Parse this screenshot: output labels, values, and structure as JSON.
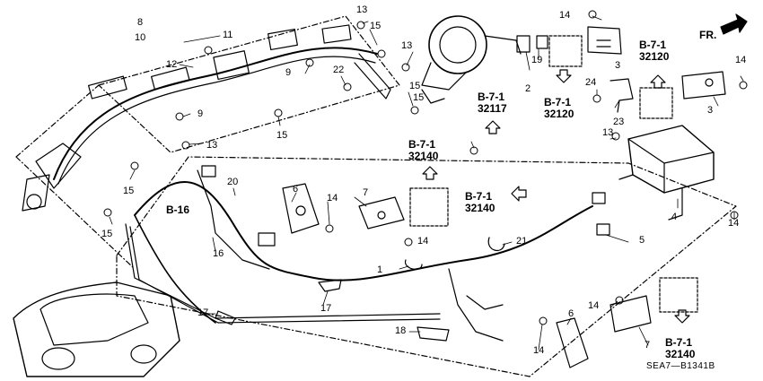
{
  "diagram_code": "SEA7—B1341B",
  "direction_label": "FR.",
  "callouts": [
    "8",
    "10",
    "11",
    "12",
    "13",
    "15",
    "9",
    "22",
    "15",
    "13",
    "9",
    "15",
    "13",
    "15",
    "15",
    "2",
    "19",
    "14",
    "3",
    "24",
    "23",
    "3",
    "14",
    "1",
    "5",
    "21",
    "14",
    "7",
    "6",
    "14",
    "20",
    "16",
    "17",
    "17",
    "18",
    "14",
    "6",
    "7",
    "14",
    "4",
    "14",
    "15",
    "13"
  ],
  "references": [
    {
      "line1": "B-7-1",
      "line2": "32120"
    },
    {
      "line1": "B-7-1",
      "line2": "32117"
    },
    {
      "line1": "B-7-1",
      "line2": "32120"
    },
    {
      "line1": "B-7-1",
      "line2": "32140"
    },
    {
      "line1": "B-7-1",
      "line2": "32140"
    },
    {
      "line1": "B-16",
      "line2": ""
    },
    {
      "line1": "B-7-1",
      "line2": "32140"
    }
  ],
  "colors": {
    "line": "#000000",
    "background": "#ffffff"
  }
}
